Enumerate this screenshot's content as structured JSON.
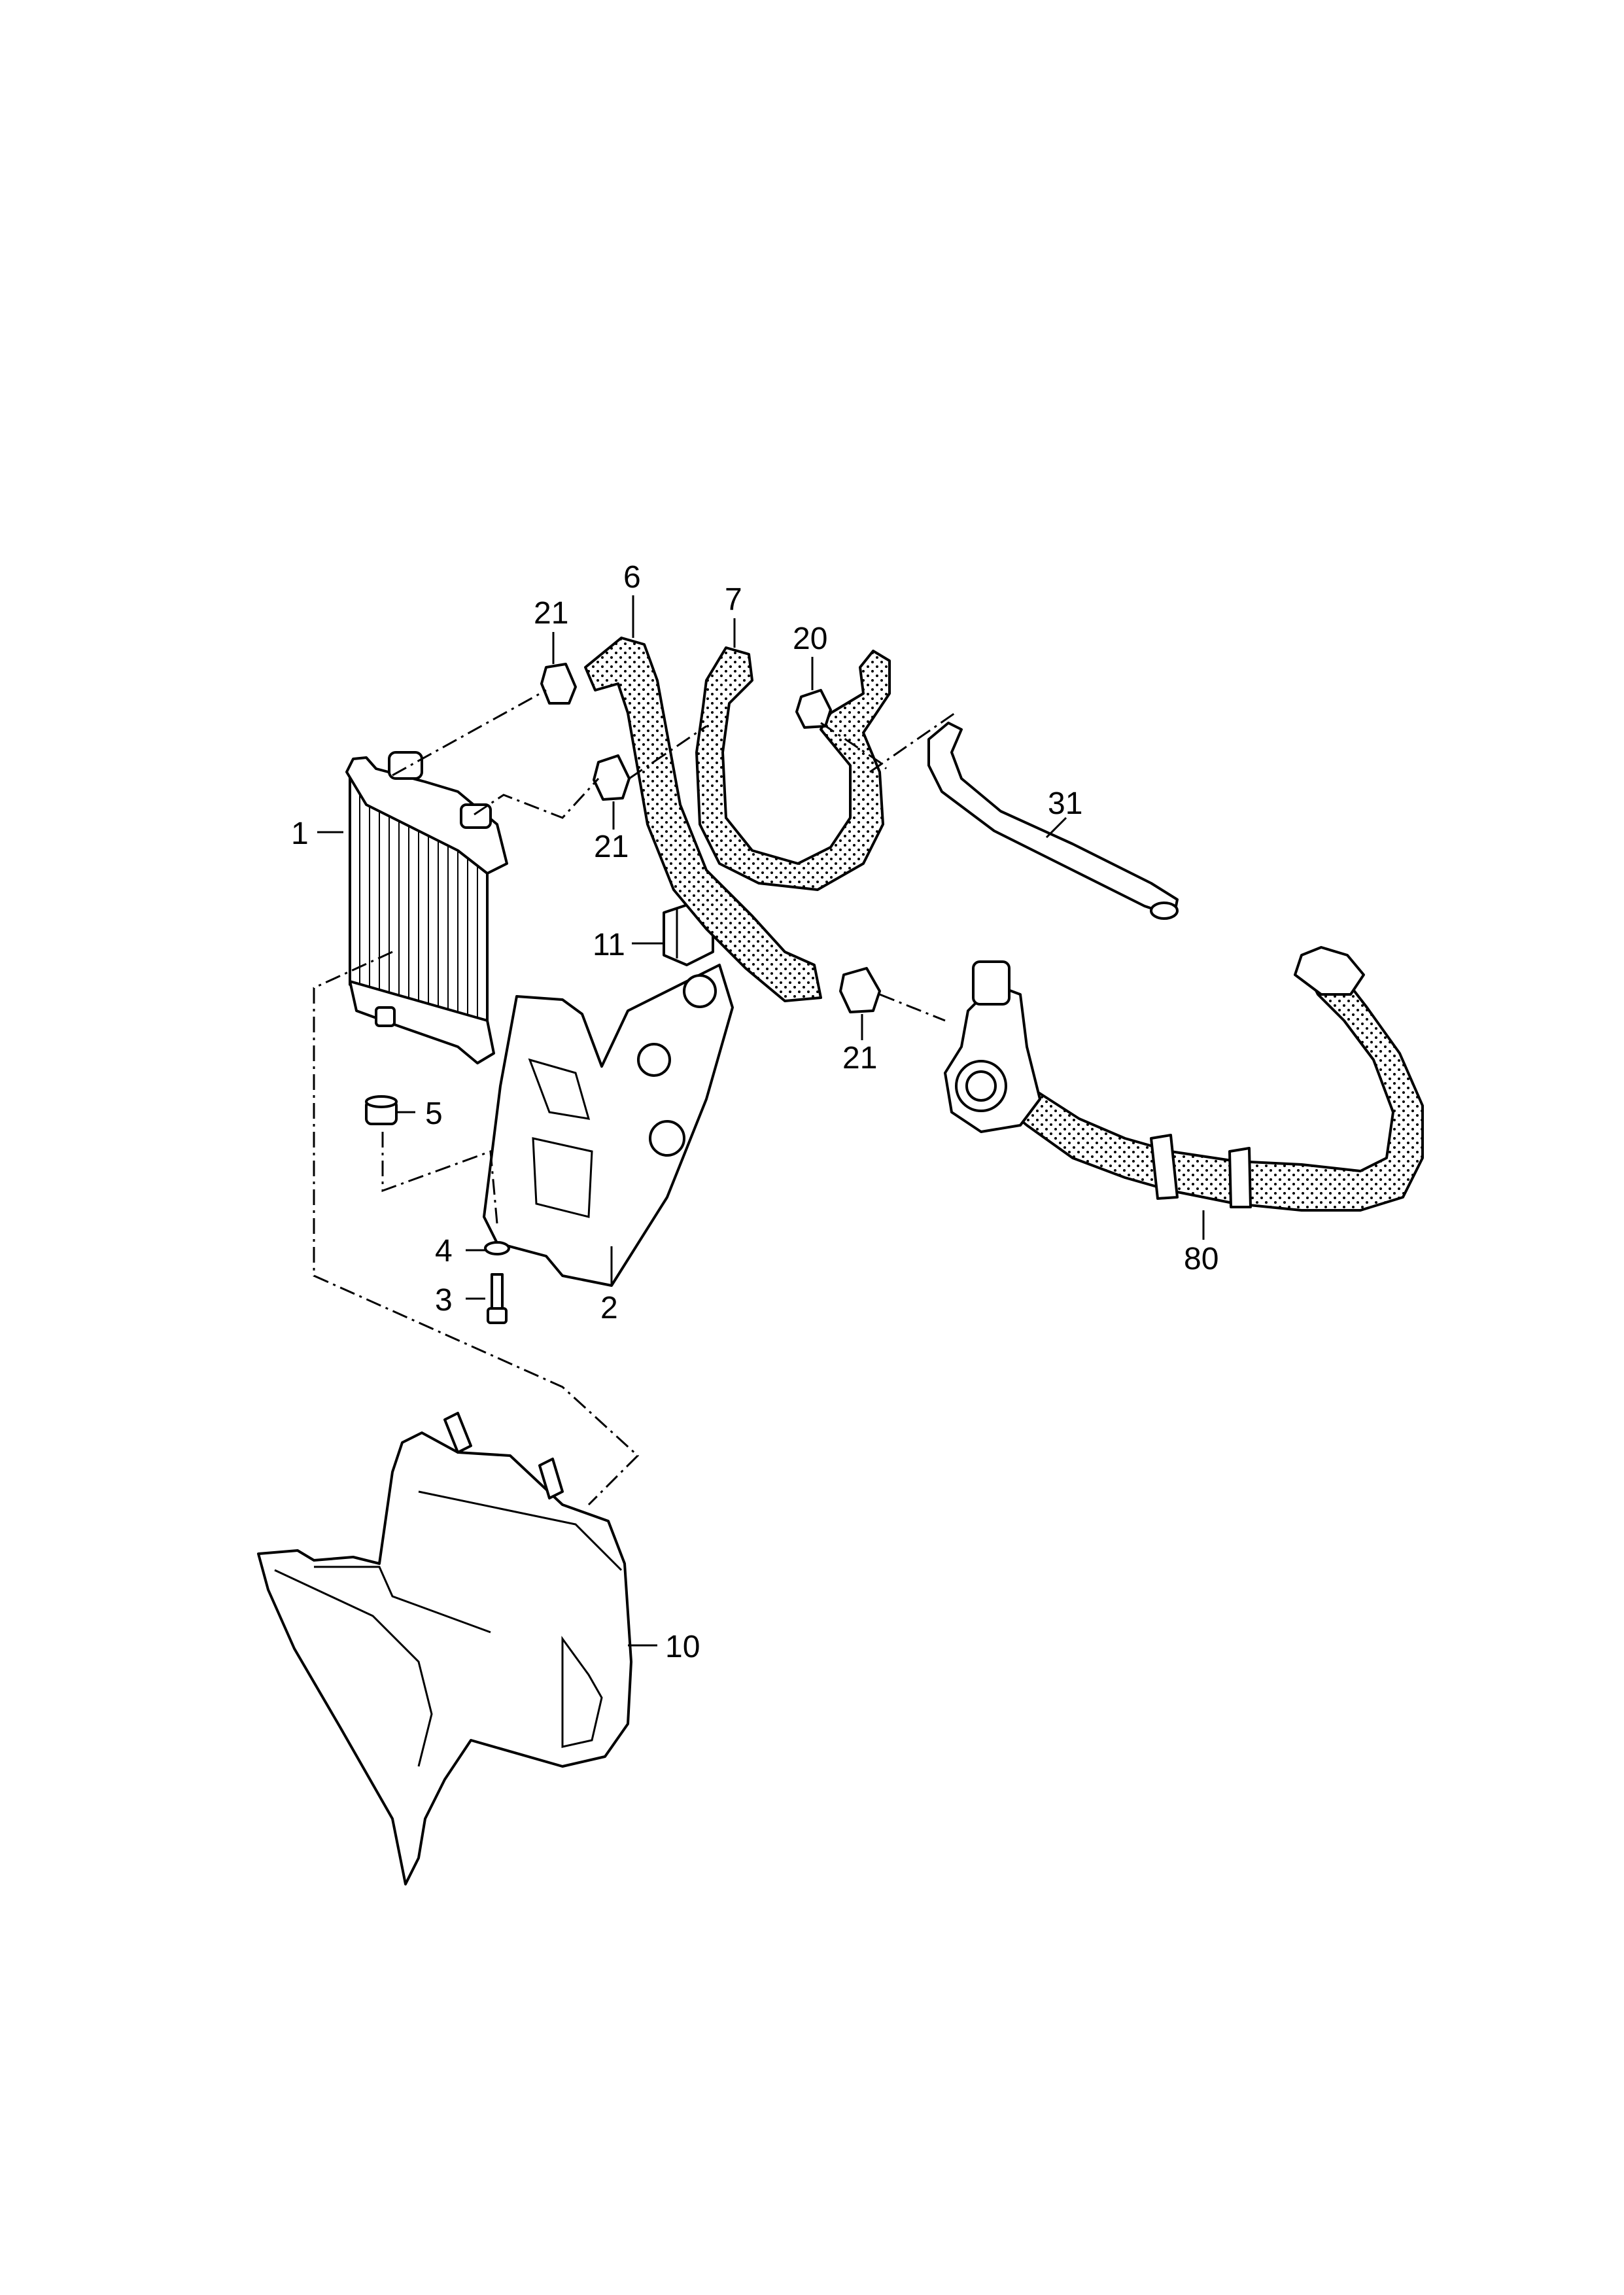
{
  "callouts": [
    {
      "id": "c1",
      "text": "1"
    },
    {
      "id": "c2",
      "text": "2"
    },
    {
      "id": "c3",
      "text": "3"
    },
    {
      "id": "c4",
      "text": "4"
    },
    {
      "id": "c5",
      "text": "5"
    },
    {
      "id": "c6",
      "text": "6"
    },
    {
      "id": "c7",
      "text": "7"
    },
    {
      "id": "c10",
      "text": "10"
    },
    {
      "id": "c11",
      "text": "11"
    },
    {
      "id": "c20",
      "text": "20"
    },
    {
      "id": "c21a",
      "text": "21"
    },
    {
      "id": "c21b",
      "text": "21"
    },
    {
      "id": "c21c",
      "text": "21"
    },
    {
      "id": "c31",
      "text": "31"
    },
    {
      "id": "c80",
      "text": "80"
    }
  ]
}
